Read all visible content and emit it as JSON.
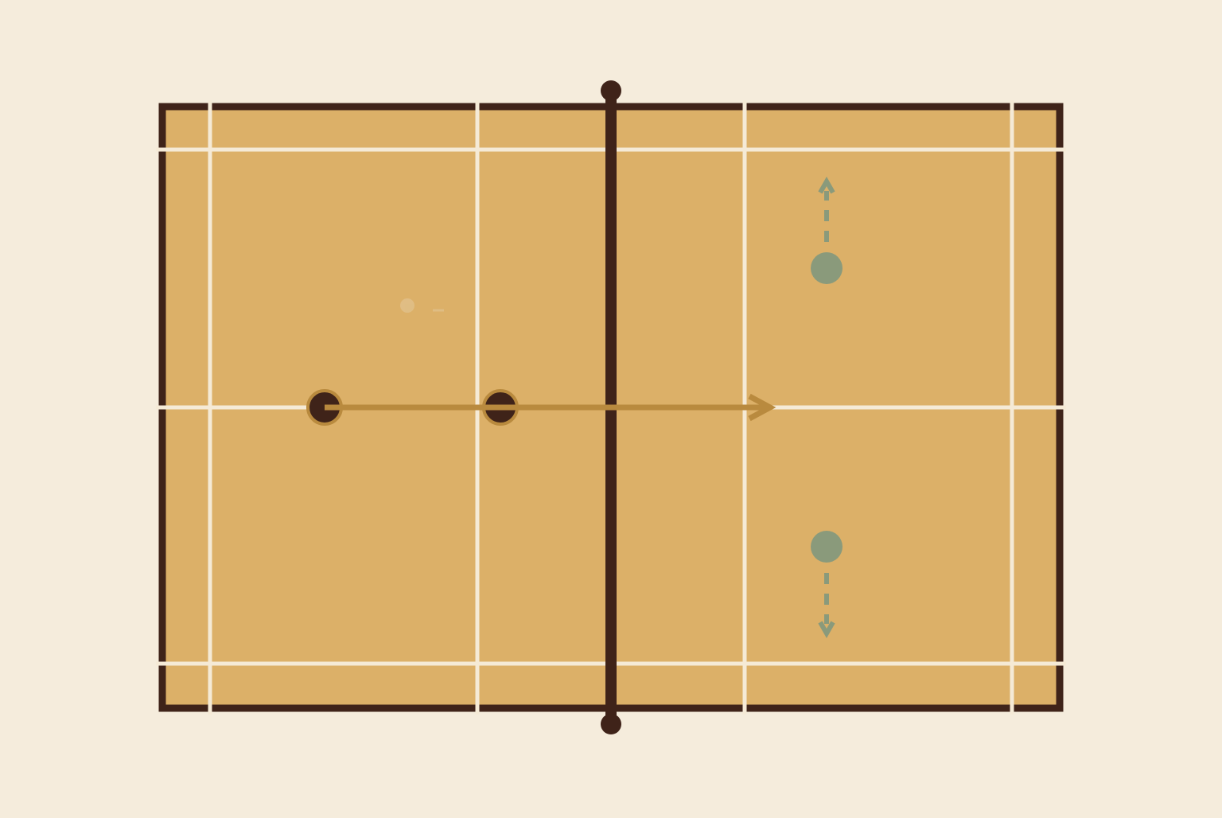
{
  "diagram": {
    "type": "court-play-diagram",
    "colors": {
      "background": "#f5ecdc",
      "court_fill": "#dcb068",
      "court_border": "#3f2319",
      "court_lines": "#f5ead6",
      "net": "#3f2319",
      "team_a": "#3f2319",
      "team_a_ring": "#b98a3e",
      "team_b": "#8a9a7b",
      "pass_arrow": "#b98a3e",
      "faint_marker": "#e3c89a"
    },
    "players": [
      {
        "team": "a",
        "icon": "dark-player-dot"
      },
      {
        "team": "a",
        "icon": "dark-player-dot"
      },
      {
        "team": "b",
        "icon": "green-player-dot"
      },
      {
        "team": "b",
        "icon": "green-player-dot"
      }
    ],
    "movements": [
      {
        "kind": "pass",
        "style": "solid",
        "icon": "arrow-right-icon"
      },
      {
        "kind": "move",
        "style": "dashed",
        "icon": "arrow-up-icon"
      },
      {
        "kind": "move",
        "style": "dashed",
        "icon": "arrow-down-icon"
      }
    ]
  }
}
